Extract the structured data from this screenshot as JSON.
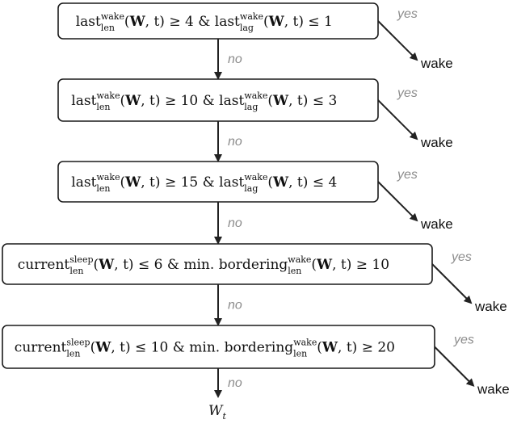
{
  "nodes": [
    {
      "id": "rule-1",
      "left": {
        "base": "last",
        "sup": "wake",
        "sub": "len"
      },
      "right": {
        "base": "last",
        "sup": "wake",
        "sub": "lag"
      },
      "args": "(W, t)",
      "left_op": "≥ 4",
      "right_op": "≤ 1",
      "connector": "&"
    },
    {
      "id": "rule-2",
      "left": {
        "base": "last",
        "sup": "wake",
        "sub": "len"
      },
      "right": {
        "base": "last",
        "sup": "wake",
        "sub": "lag"
      },
      "args": "(W, t)",
      "left_op": "≥ 10",
      "right_op": "≤ 3",
      "connector": "&"
    },
    {
      "id": "rule-3",
      "left": {
        "base": "last",
        "sup": "wake",
        "sub": "len"
      },
      "right": {
        "base": "last",
        "sup": "wake",
        "sub": "lag"
      },
      "args": "(W, t)",
      "left_op": "≥ 15",
      "right_op": "≤ 4",
      "connector": "&"
    },
    {
      "id": "rule-4",
      "left": {
        "base": "current",
        "sup": "sleep",
        "sub": "len"
      },
      "right": {
        "base": "min. bordering",
        "sup": "wake",
        "sub": "len"
      },
      "args": "(W, t)",
      "left_op": "≤ 6",
      "right_op": "≥ 10",
      "connector": "&"
    },
    {
      "id": "rule-5",
      "left": {
        "base": "current",
        "sup": "sleep",
        "sub": "len"
      },
      "right": {
        "base": "min. bordering",
        "sup": "wake",
        "sub": "len"
      },
      "args": "(W, t)",
      "left_op": "≤ 10",
      "right_op": "≥ 20",
      "connector": "&"
    }
  ],
  "yes_label": "yes",
  "no_label": "no",
  "yes_outcome": "wake",
  "final_output": {
    "base": "W",
    "sub": "t"
  }
}
